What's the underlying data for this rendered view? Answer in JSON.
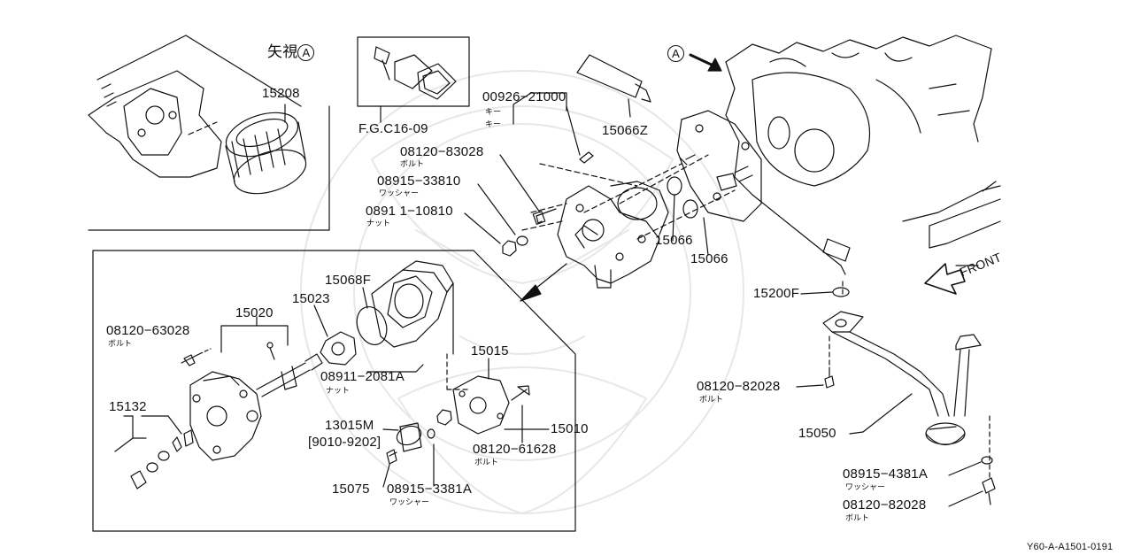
{
  "view": {
    "label": "矢視",
    "marker": "A"
  },
  "callout_marker": "A",
  "front_label": "FRONT",
  "image_code": "Y60-A-A1501-0191",
  "parts": {
    "p15208": "15208",
    "fig_ref": "F.G.C16-09",
    "p00926": "00926−21000",
    "p00926_sub1": "キー",
    "p00926_sub2": "キー",
    "p15066z": "15066Z",
    "p08120_83028": "08120−83028",
    "p08120_83028_sub": "ボルト",
    "p08915_33810": "08915−33810",
    "p08915_33810_sub": "ワッシャー",
    "p08911_10810": "0891 1−10810",
    "p08911_10810_sub": "ナット",
    "p15066a": "15066",
    "p15066b": "15066",
    "p15200f": "15200F",
    "p15068f": "15068F",
    "p15023": "15023",
    "p15020": "15020",
    "p08120_63028": "08120−63028",
    "p08120_63028_sub": "ボルト",
    "p08911_2081a": "08911−2081A",
    "p08911_2081a_sub": "ナット",
    "p15015": "15015",
    "p15132": "15132",
    "p13015m": "13015M",
    "p13015m_range": "[9010-9202]",
    "p08120_61628": "08120−61628",
    "p08120_61628_sub": "ボルト",
    "p15010": "15010",
    "p15075": "15075",
    "p08915_3381a": "08915−3381A",
    "p08915_3381a_sub": "ワッシャー",
    "p08120_82028a": "08120−82028",
    "p08120_82028a_sub": "ボルト",
    "p15050": "15050",
    "p08915_4381a": "08915−4381A",
    "p08915_4381a_sub": "ワッシャー",
    "p08120_82028b": "08120−82028",
    "p08120_82028b_sub": "ボルト"
  }
}
